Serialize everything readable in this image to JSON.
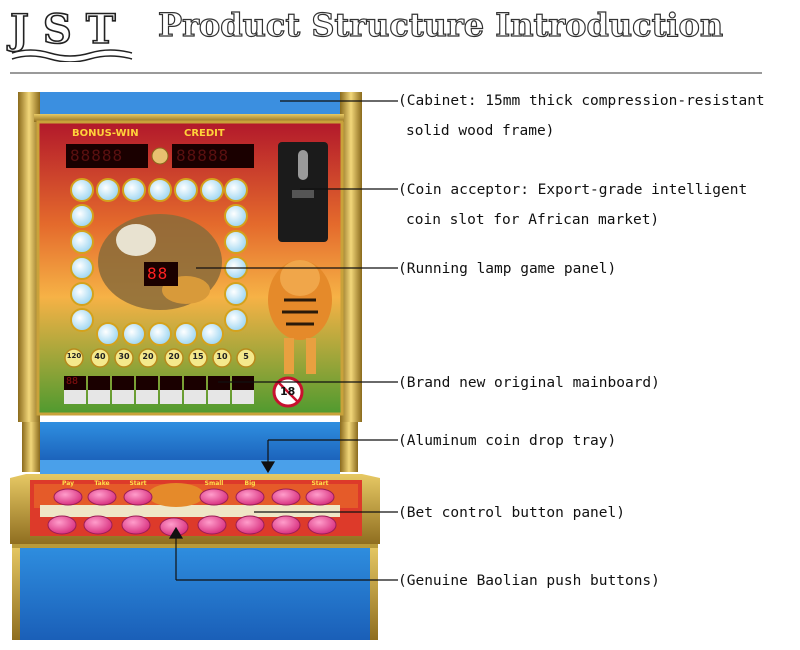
{
  "logo": {
    "text": "JST"
  },
  "header": {
    "title": "Product Structure Introduction"
  },
  "panel": {
    "bonus_label": "BONUS-WIN",
    "credit_label": "CREDIT",
    "bonus_display": "88888",
    "credit_display": "88888",
    "center_display": "88",
    "age_badge": "18",
    "odds": [
      "120",
      "40",
      "30",
      "20",
      "20",
      "15",
      "10",
      "5"
    ],
    "bet_display": "88"
  },
  "buttons": {
    "top_labels": [
      "Pay",
      "Take",
      "Start",
      "Small",
      "Big",
      "Start"
    ]
  },
  "callouts": [
    {
      "line1": "(Cabinet: 15mm thick compression-resistant",
      "line2": "solid wood frame)"
    },
    {
      "line1": "(Coin acceptor: Export-grade intelligent",
      "line2": "coin slot for African market)"
    },
    {
      "line1": "(Running lamp game panel)"
    },
    {
      "line1": "(Brand new original mainboard)"
    },
    {
      "line1": "(Aluminum coin drop tray)"
    },
    {
      "line1": "(Bet control button panel)"
    },
    {
      "line1": "(Genuine Baolian push buttons)"
    }
  ]
}
